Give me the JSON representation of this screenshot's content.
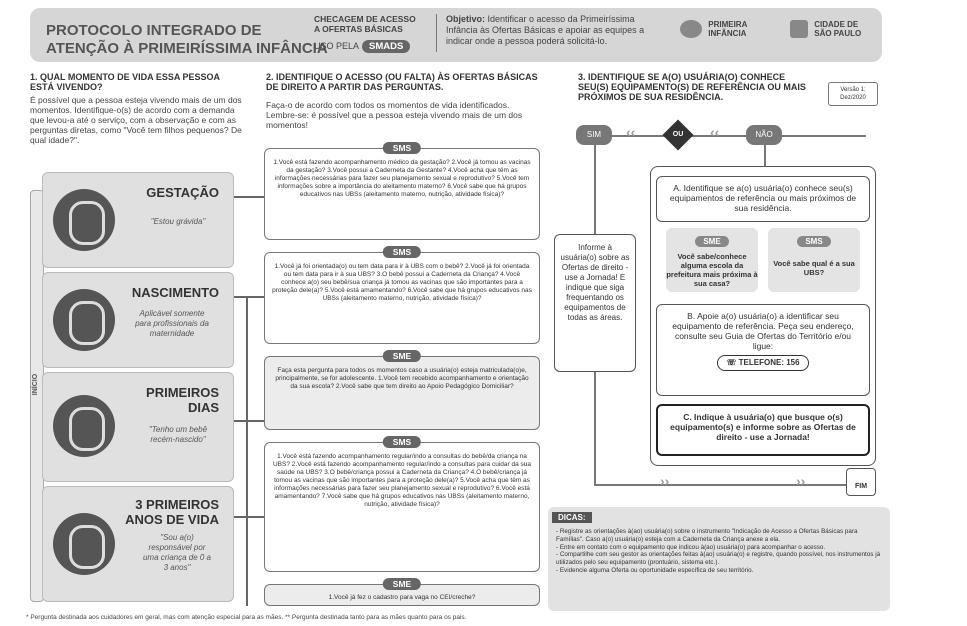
{
  "header": {
    "title_line1": "PROTOCOLO INTEGRADO DE",
    "title_line2": "ATENÇÃO À PRIMEIRÍSSIMA INFÂNCIA",
    "check_line1": "CHECAGEM DE ACESSO",
    "check_line2": "A OFERTAS BÁSICAS",
    "uso": "USO PELA",
    "smads": "SMADS",
    "objetivo_label": "Objetivo:",
    "objetivo_text": "Identificar o acesso da Primeiríssima Infância às Ofertas Básicas e apoiar as equipes a indicar onde a pessoa poderá solicitá-lo.",
    "logo1_line1": "PRIMEIRA",
    "logo1_line2": "INFÂNCIA",
    "logo2_line1": "CIDADE DE",
    "logo2_line2": "SÃO PAULO"
  },
  "col1": {
    "heading": "1. QUAL MOMENTO DE VIDA ESSA PESSOA ESTÁ VIVENDO?",
    "intro": "É possível que a pessoa esteja vivendo mais de um dos momentos. Identifique-o(s) de acordo com a demanda que levou-a até o serviço, com a observação e com as perguntas diretas, como \"Você tem filhos pequenos? De qual idade?\".",
    "inicio": "INÍCIO",
    "stages": [
      {
        "title": "GESTAÇÃO",
        "quote": "\"Estou grávida\""
      },
      {
        "title": "NASCIMENTO",
        "quote": "Aplicável somente para profissionais da maternidade"
      },
      {
        "title": "PRIMEIROS DIAS",
        "quote": "\"Tenho um bebê recém-nascido\""
      },
      {
        "title": "3 PRIMEIROS ANOS DE VIDA",
        "quote": "\"Sou a(o) responsável por uma criança de 0 a 3 anos\""
      }
    ]
  },
  "col2": {
    "heading": "2. IDENTIFIQUE O ACESSO (OU FALTA) ÀS OFERTAS BÁSICAS DE DIREITO A PARTIR DAS PERGUNTAS.",
    "intro": "Faça-o de acordo com todos os momentos de vida identificados. Lembre-se: é possível que a pessoa esteja vivendo mais de um dos momentos!",
    "boxes": [
      {
        "tag": "SMS",
        "text": "1.Você está fazendo acompanhamento médico da gestação? 2.Você já tomou as vacinas da gestação? 3.Você possui a Caderneta da Gestante? 4.Você acha que têm as informações necessárias para fazer seu planejamento sexual e reprodutivo? 5.Você tem informações sobre a importância do aleitamento materno? 6.Você sabe que há grupos educativos nas UBSs (aleitamento materno, nutrição, atividade física)?"
      },
      {
        "tag": "SMS",
        "text": "1.Você já foi orientada(o) ou tem data para ir à UBS com o bebê? 2.Você já foi orientada ou tem data para ir à sua UBS? 3.O bebê possui a Caderneta da Criança? 4.Você conhece a(o) seu bebê/sua criança já tomou as vacinas que são importantes para a proteção dele(a)? 5.Você está amamentando? 6.Você sabe que há grupos educativos nas UBSs (aleitamento materno, nutrição, atividade física)?"
      },
      {
        "tag": "SME",
        "text": "Faça esta pergunta para todos os momentos caso a usuária(o) esteja matriculada(o)e, principalmente, se for adolescente. 1.Você tem recebido acompanhamento e orientação da sua escola? 2.Você sabe que tem direito ao Apoio Pedagógico Domiciliar?"
      },
      {
        "tag": "SMS",
        "text": "1.Você está fazendo acompanhamento regular/indo a consultas do bebê/da criança na UBS? 2.Você está fazendo acompanhamento regular/indo a consultas para cuidar da sua saúde na UBS? 3.O bebê/criança possui a Caderneta da Criança? 4.O bebê/criança já tomou as vacinas que são importantes para a proteção dele(a)? 5.Você acha que têm as informações necessárias para fazer seu planejamento sexual e reprodutivo? 6.Você está amamentando? 7.Você sabe que há grupos educativos nas UBSs (aleitamento materno, nutrição, atividade física)?"
      },
      {
        "tag": "SME",
        "text": "1.Você já fez o cadastro para vaga no CEI/creche?"
      }
    ]
  },
  "col3": {
    "heading": "3. IDENTIFIQUE SE A(O) USUÁRIA(O) CONHECE SEU(S) EQUIPAMENTO(S) DE REFERÊNCIA OU MAIS PRÓXIMOS DE SUA RESIDÊNCIA.",
    "versao": "Versão 1: Dez/2020",
    "sim": "SIM",
    "ou": "OU",
    "nao": "NÃO",
    "informe": "Informe à usuária(o) sobre as Ofertas de direito - use a Jornada! E indique que siga frequentando os equipamentos de todas as áreas.",
    "boxA": "A. Identifique se a(o) usuária(o) conhece seu(s) equipamentos de referência ou mais próximos de sua residência.",
    "sme": "SME",
    "sme_q": "Você sabe/conhece alguma escola da prefeitura mais próxima à sua casa?",
    "sms": "SMS",
    "sms_q": "Você sabe qual é a sua UBS?",
    "boxB": "B. Apoie a(o) usuária(o) a identificar seu equipamento de referência. Peça seu endereço, consulte seu Guia de Ofertas do Território e/ou ligue:",
    "telefone": "TELEFONE: 156",
    "boxC": "C. Indique à usuária(o) que busque o(s) equipamento(s) e informe sobre as Ofertas de direito - use a Jornada!",
    "fim": "FIM"
  },
  "dicas": {
    "title": "DICAS:",
    "items": [
      "- Registre as orientações à(ao) usuária(o) sobre o instrumento \"Indicação de Acesso a Ofertas Básicas para Famílias\". Caso a(o) usuária(o) esteja com a Caderneta da Criança anexe a ela.",
      "- Entre em contato com o equipamento que indicou à(ao) usuária(o) para acompanhar o acesso.",
      "- Compartilhe com seu gestor as orientações feitas à(ao) usuária(o) e registre, quando possível, nos instrumentos já utilizados pelo seu equipamento (prontuário, sistema etc.).",
      "- Evidencie alguma Oferta ou oportunidade específica de seu território."
    ]
  },
  "footnote": "* Pergunta destinada aos cuidadores em geral, mas com atenção especial para as mães.  ** Pergunta destinada tanto para as mães quanto para os pais."
}
